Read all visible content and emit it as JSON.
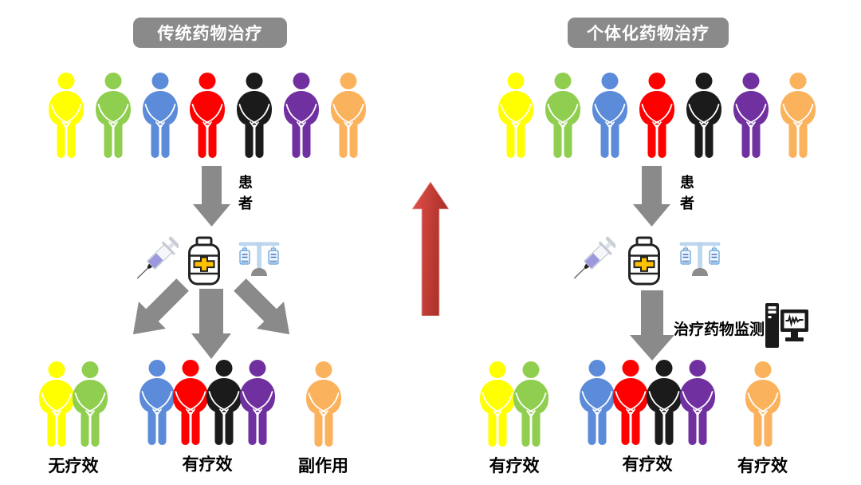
{
  "palette": {
    "gray": "#8A8A8A",
    "label_text": "#000000",
    "badge_text": "#FFFFFF",
    "red_arrow_light": "#E25049",
    "red_arrow_dark": "#A52E27",
    "bottle_cross_yellow": "#FFC000",
    "bottle_outline": "#222222",
    "scale_blue_light": "#BDD7EE",
    "scale_blue_mid": "#9DC3E6",
    "scale_blue_dark": "#4472C4",
    "scale_base_gray": "#8C8C8C",
    "syringe_liquid": "#9B99DC",
    "monitor_black": "#1A1A1A"
  },
  "person_colors": {
    "yellow": "#FFFF00",
    "green": "#8FCE4F",
    "blue": "#5B8BD9",
    "red": "#FF0000",
    "black": "#1B1B1B",
    "purple": "#7030A0",
    "orange": "#FBB25C"
  },
  "left": {
    "title": "传统药物治疗",
    "top_row": [
      "yellow",
      "green",
      "blue",
      "red",
      "black",
      "purple",
      "orange"
    ],
    "patient_label": "患者",
    "groups": [
      {
        "colors": [
          "yellow",
          "green"
        ],
        "label": "无疗效"
      },
      {
        "colors": [
          "blue",
          "red",
          "black",
          "purple"
        ],
        "label": "有疗效"
      },
      {
        "colors": [
          "orange"
        ],
        "label": "副作用"
      }
    ]
  },
  "right": {
    "title": "个体化药物治疗",
    "top_row": [
      "yellow",
      "green",
      "blue",
      "red",
      "black",
      "purple",
      "orange"
    ],
    "patient_label": "患者",
    "tdm_label": "治疗药物监测",
    "groups": [
      {
        "colors": [
          "yellow",
          "green"
        ],
        "label": "有疗效"
      },
      {
        "colors": [
          "blue",
          "red",
          "black",
          "purple"
        ],
        "label": "有疗效"
      },
      {
        "colors": [
          "orange"
        ],
        "label": "有疗效"
      }
    ]
  },
  "icons": {
    "syringe": "syringe-icon",
    "medicine_bottle": "medicine-bottle-icon",
    "iv_balance": "iv-balance-icon",
    "tdm_monitor": "tdm-monitor-icon",
    "patient_flow_arrow": "down-arrow-icon",
    "feedback_arrow": "up-arrow-icon"
  }
}
